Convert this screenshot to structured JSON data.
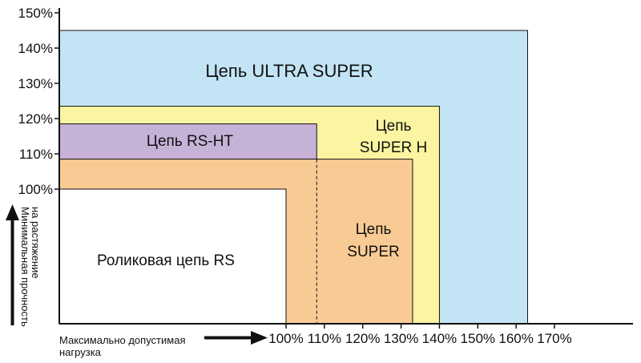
{
  "chart_data": {
    "type": "area",
    "title": "",
    "x_axis": {
      "label_line1": "Максимально допустимая",
      "label_line2": "нагрузка",
      "ticks": [
        "100%",
        "110%",
        "120%",
        "130%",
        "140%",
        "150%",
        "160%",
        "170%"
      ],
      "range": [
        100,
        170
      ]
    },
    "y_axis": {
      "label_line1": "Минимальная прочность",
      "label_line2": "на растяжение",
      "ticks": [
        "100%",
        "110%",
        "120%",
        "130%",
        "140%",
        "150%"
      ],
      "range": [
        100,
        150
      ]
    },
    "regions": [
      {
        "name_lines": [
          "Цепь ULTRA SUPER"
        ],
        "x_max": 163,
        "y_max": 145,
        "color": "#c3e4f4"
      },
      {
        "name_lines": [
          "Цепь",
          "SUPER H"
        ],
        "x_max": 140,
        "y_max": 123.5,
        "color": "#fbf4a0"
      },
      {
        "name_lines": [
          "Цепь RS-HT"
        ],
        "x_max": 108,
        "y_max": 118.5,
        "color": "#c6b1d7"
      },
      {
        "name_lines": [
          "Цепь",
          "SUPER"
        ],
        "x_max": 133,
        "y_max": 108.5,
        "color": "#f9cb94"
      },
      {
        "name_lines": [
          "Роликовая цепь RS"
        ],
        "x_max": 100,
        "y_max": 100,
        "color": "#ffffff"
      }
    ],
    "grid": false,
    "legend": "none"
  }
}
